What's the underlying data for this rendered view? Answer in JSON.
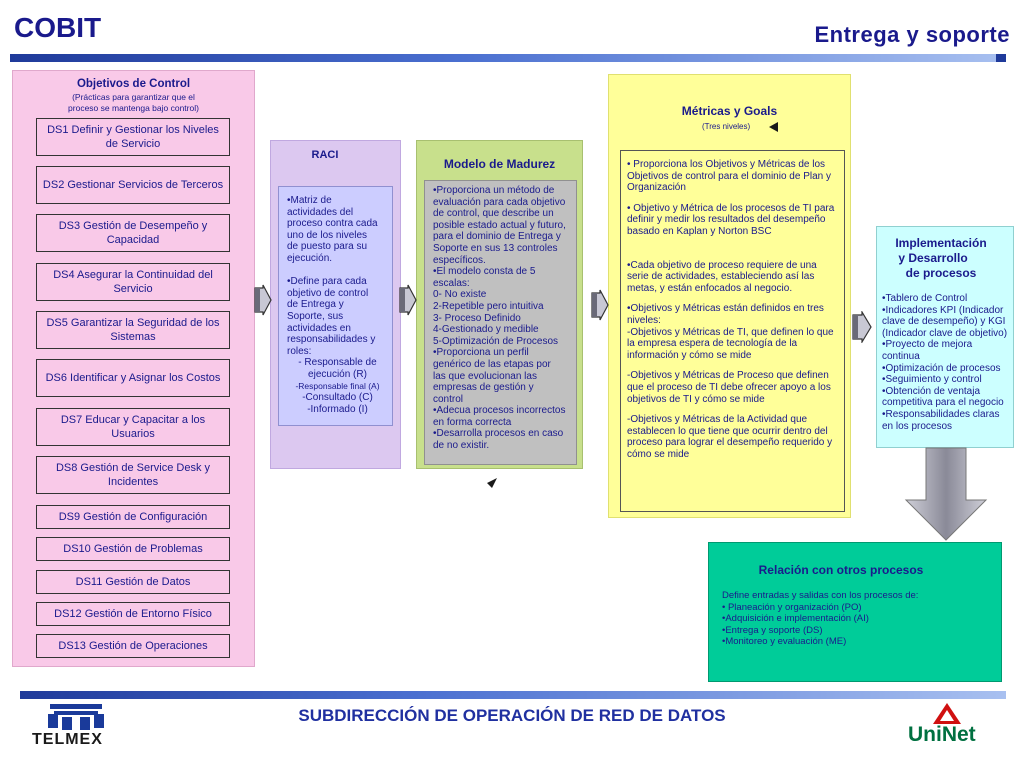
{
  "header": {
    "title": "COBIT",
    "subtitle": "Entrega y soporte"
  },
  "objectives": {
    "title": "Objetivos de Control",
    "subtitle_1": "(Prácticas para garantizar que el",
    "subtitle_2": "proceso se mantenga bajo control)",
    "items": [
      "DS1 Definir y Gestionar los Niveles de Servicio",
      "DS2 Gestionar Servicios de Terceros",
      "DS3 Gestión de  Desempeño y Capacidad",
      "DS4 Asegurar la Continuidad del Servicio",
      "DS5 Garantizar la Seguridad de los Sistemas",
      "DS6 Identificar y Asignar los Costos",
      "DS7 Educar y Capacitar a los Usuarios",
      "DS8 Gestión de Service Desk y Incidentes",
      "DS9 Gestión  de  Configuración",
      "DS10 Gestión de Problemas",
      "DS11 Gestión de Datos",
      "DS12 Gestión de Entorno Físico",
      "DS13 Gestión de Operaciones"
    ]
  },
  "raci": {
    "title": "RACI",
    "lines": [
      "•Matriz de",
      "actividades del",
      "proceso contra cada",
      "uno de los niveles",
      "de puesto para su",
      "ejecución.",
      "",
      "•Define para cada",
      "objetivo de control",
      "de Entrega y",
      "Soporte, sus",
      "actividades en",
      "responsabilidades y",
      "roles:"
    ],
    "roles": [
      "- Responsable de",
      "ejecución (R)",
      "-Responsable final (A)",
      "-Consultado  (C)",
      "-Informado (I)"
    ]
  },
  "madurez": {
    "title": "Modelo de Madurez",
    "lines": [
      "•Proporciona un método de",
      "evaluación para cada objetivo",
      "de control, que describe un",
      "posible estado actual y futuro,",
      "para el dominio de Entrega y",
      "Soporte en sus 13 controles",
      "específicos.",
      "•El modelo consta de 5",
      "escalas:",
      "0- No existe",
      "2-Repetible pero intuitiva",
      "3- Proceso Definido",
      "4-Gestionado y medible",
      "5-Optimización de Procesos",
      "•Proporciona un perfil",
      "genérico de las etapas por",
      "las que evolucionan las",
      "empresas de gestión y",
      "control",
      "•Adecua procesos incorrectos",
      "en forma correcta",
      "•Desarrolla procesos en caso",
      "de no existir."
    ]
  },
  "metricas": {
    "title": "Métricas  y  Goals",
    "subtitle": "(Tres niveles)",
    "paragraphs": [
      "• Proporciona los Objetivos y Métricas de los Objetivos de control para el dominio de  Plan y Organización",
      "• Objetivo y Métrica de los procesos de TI para  definir y medir los resultados del  desempeño basado en  Kaplan y Norton   BSC",
      "•Cada objetivo de proceso requiere de una serie de actividades, estableciendo así las metas, y están enfocados al negocio.",
      "•Objetivos y Métricas están definidos en tres niveles:",
      "-Objetivos y Métricas de TI, que definen lo que  la empresa espera de tecnología de la información y cómo se mide",
      "-Objetivos y Métricas de Proceso que definen que el proceso de TI debe ofrecer apoyo a los objetivos de TI y cómo se mide",
      "-Objetivos y Métricas de la  Actividad que  establecen lo que tiene que ocurrir dentro del proceso para lograr el desempeño requerido y cómo se mide"
    ]
  },
  "implementacion": {
    "title_1": "Implementación",
    "title_2": "y  Desarrollo",
    "title_3": "de procesos",
    "lines": [
      "•Tablero de Control",
      "•Indicadores KPI (Indicador clave de desempeño)  y KGI (Indicador clave de objetivo)",
      "•Proyecto de mejora continua",
      "•Optimización de procesos",
      "•Seguimiento y control",
      "•Obtención de ventaja competitiva para el negocio",
      "•Responsabilidades claras en los procesos"
    ]
  },
  "relacion": {
    "title": "Relación con otros procesos",
    "intro": "Define entradas y salidas con los procesos de:",
    "items": [
      "• Planeación y organización (PO)",
      "•Adquisición e implementación (AI)",
      "•Entrega y soporte (DS)",
      "•Monitoreo y evaluación (ME)"
    ]
  },
  "footer": {
    "title": "SUBDIRECCIÓN DE OPERACIÓN DE RED DE DATOS",
    "left_logo": "TELMEX",
    "right_logo": "UniNet"
  },
  "colors": {
    "title_blue": "#1a1a8c",
    "pink_panel": "#f9c9e8",
    "raci_panel": "#dcc8f0",
    "madurez_panel": "#c8e08c",
    "metricas_panel": "#ffff99",
    "impl_panel": "#ccffff",
    "relacion_panel": "#00cc99"
  }
}
